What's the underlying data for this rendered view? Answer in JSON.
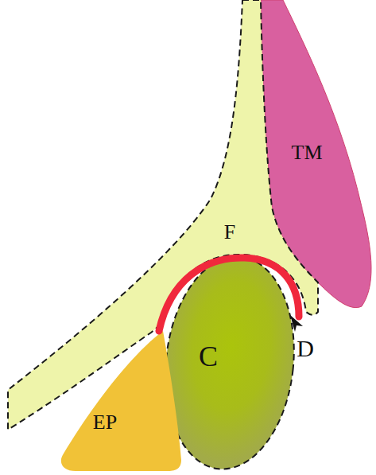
{
  "diagram": {
    "nodes": [
      {
        "text": [
          "TM"
        ]
      },
      {
        "text": [
          "F"
        ]
      },
      {
        "text": [
          "C"
        ]
      },
      {
        "text": [
          "EP"
        ]
      }
    ],
    "labels": [
      "D"
    ]
  }
}
